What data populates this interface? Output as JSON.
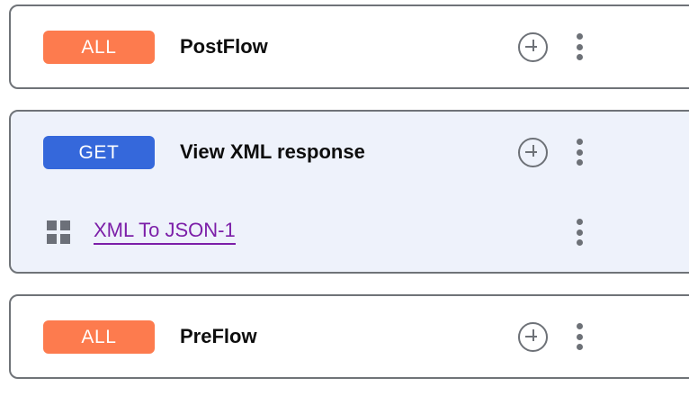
{
  "theme": {
    "background": "#ffffff",
    "card_border": "#6f7378",
    "card_background": "#ffffff",
    "selected_card_background": "#eef2fb",
    "badge_all_color": "#fd7b4e",
    "badge_get_color": "#3568db",
    "badge_text_color": "#ffffff",
    "title_color": "#0d0d0d",
    "policy_link_color": "#7c1fa8",
    "icon_color": "#6d7177",
    "grid_icon_color": "#6c7079"
  },
  "icons": {
    "add": "plus-circle-icon",
    "menu": "kebab-menu-icon",
    "policy": "grid-policy-icon"
  },
  "flows": [
    {
      "id": "postflow",
      "selected": false,
      "badge": "ALL",
      "badge_type": "all",
      "title": "PostFlow",
      "has_add": true,
      "has_menu": true,
      "steps": []
    },
    {
      "id": "view-xml-response",
      "selected": true,
      "badge": "GET",
      "badge_type": "get",
      "title": "View XML response",
      "has_add": true,
      "has_menu": true,
      "steps": [
        {
          "id": "xml-to-json-1",
          "label": "XML To JSON-1",
          "icon": "grid-policy-icon",
          "has_menu": true
        }
      ]
    },
    {
      "id": "preflow",
      "selected": false,
      "badge": "ALL",
      "badge_type": "all",
      "title": "PreFlow",
      "has_add": true,
      "has_menu": true,
      "steps": []
    }
  ]
}
